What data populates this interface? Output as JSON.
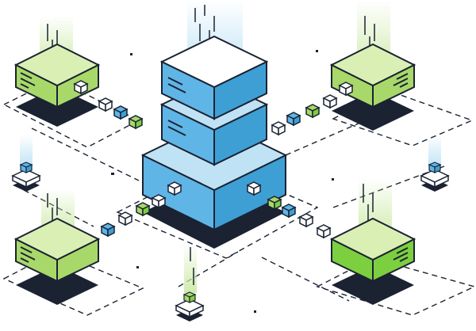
{
  "colors": {
    "outline": "#1b2333",
    "shadow": "#1b2333",
    "blue_light": "#bfe3f5",
    "blue": "#5fb6e6",
    "blue_dark": "#3d9fd3",
    "green_light": "#d9efb4",
    "green": "#a8d86a",
    "green_vivid": "#7ccf3f",
    "white": "#ffffff",
    "beam_blue": "#dff0fb",
    "beam_green": "#e4f4cf"
  },
  "icons": {
    "server": "server-stack-icon",
    "node": "node-box-icon",
    "cube": "small-cube-icon",
    "beacon": "beacon-icon"
  },
  "central_server": {
    "tiers": 3,
    "color": "blue"
  },
  "nodes": [
    {
      "id": "top-left",
      "color": "green",
      "beam": true
    },
    {
      "id": "top-right",
      "color": "green",
      "beam": true
    },
    {
      "id": "bottom-left",
      "color": "green",
      "beam": true
    },
    {
      "id": "bottom-right",
      "color": "green_vivid",
      "beam": true
    }
  ],
  "beacons": [
    {
      "id": "left",
      "color": "blue"
    },
    {
      "id": "right",
      "color": "blue"
    },
    {
      "id": "bottom",
      "color": "green"
    }
  ]
}
